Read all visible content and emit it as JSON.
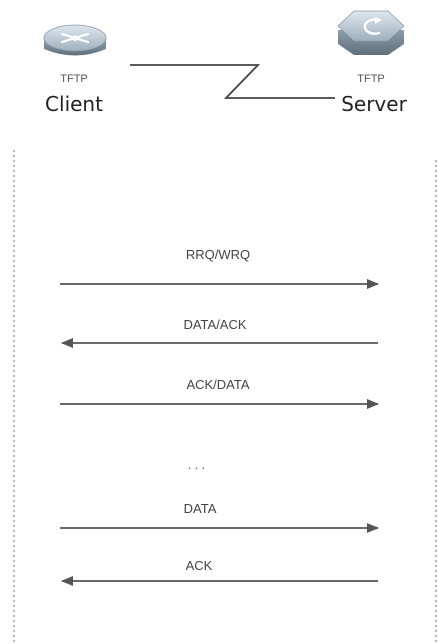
{
  "client": {
    "role": "TFTP",
    "name": "Client",
    "icon": "router-icon"
  },
  "server": {
    "role": "TFTP",
    "name": "Server",
    "icon": "server-icon"
  },
  "link": {
    "icon": "zigzag-link-icon"
  },
  "messages": [
    {
      "label": "RRQ/WRQ",
      "direction": "client-to-server"
    },
    {
      "label": "DATA/ACK",
      "direction": "server-to-client"
    },
    {
      "label": "ACK/DATA",
      "direction": "client-to-server"
    },
    {
      "label": "DATA",
      "direction": "client-to-server"
    },
    {
      "label": "ACK",
      "direction": "server-to-client"
    }
  ],
  "ellipsis": "...",
  "colors": {
    "arrow": "#555555",
    "lifeline": "#888888",
    "device_top": "#bcc9d4",
    "device_side": "#7f8f9c"
  }
}
